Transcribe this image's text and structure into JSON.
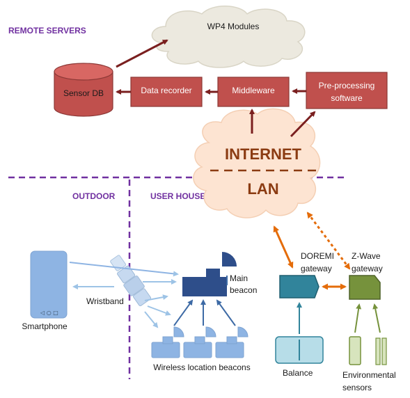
{
  "regions": {
    "remote": "REMOTE SERVERS",
    "outdoor": "OUTDOOR",
    "user_house": "USER HOUSE"
  },
  "nodes": {
    "wp4": "WP4 Modules",
    "sensor_db": "Sensor DB",
    "data_recorder": "Data recorder",
    "middleware": "Middleware",
    "preproc_1": "Pre-processing",
    "preproc_2": "software",
    "internet": "INTERNET",
    "lan": "LAN",
    "smartphone": "Smartphone",
    "wristband": "Wristband",
    "main_beacon_1": "Main",
    "main_beacon_2": "beacon",
    "wireless_beacons": "Wireless location beacons",
    "doremi_1": "DOREMI",
    "doremi_2": "gateway",
    "zwave_1": "Z-Wave",
    "zwave_2": "gateway",
    "balance": "Balance",
    "env_1": "Environmental",
    "env_2": "sensors"
  },
  "colors": {
    "server_red": "#c0504d",
    "dark_red_arrow": "#7a1f1f",
    "region_purple": "#7030a0",
    "cloud_grey": "#ece9df",
    "cloud_peach": "#fde4d2",
    "orange": "#e46c0a",
    "light_blue": "#9dc3e6",
    "navy": "#2e4e8a",
    "teal": "#31849b",
    "olive": "#76923c"
  }
}
